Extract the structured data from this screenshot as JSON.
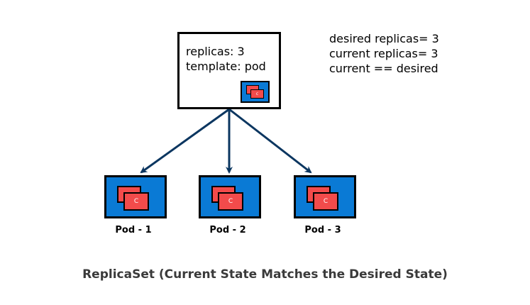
{
  "replicaset": {
    "lines": [
      "replicas: 3",
      "template: pod"
    ],
    "container_label": "c"
  },
  "state": {
    "lines": [
      "desired replicas= 3",
      "current replicas= 3",
      "current == desired"
    ]
  },
  "pods": [
    {
      "label": "Pod - 1",
      "container_label": "C"
    },
    {
      "label": "Pod - 2",
      "container_label": "C"
    },
    {
      "label": "Pod - 3",
      "container_label": "C"
    }
  ],
  "caption": "ReplicaSet (Current State Matches the Desired State)",
  "colors": {
    "pod_fill": "#0a7ad5",
    "container_fill": "#f24b4b",
    "arrow": "#0b3660",
    "border": "#000000"
  }
}
